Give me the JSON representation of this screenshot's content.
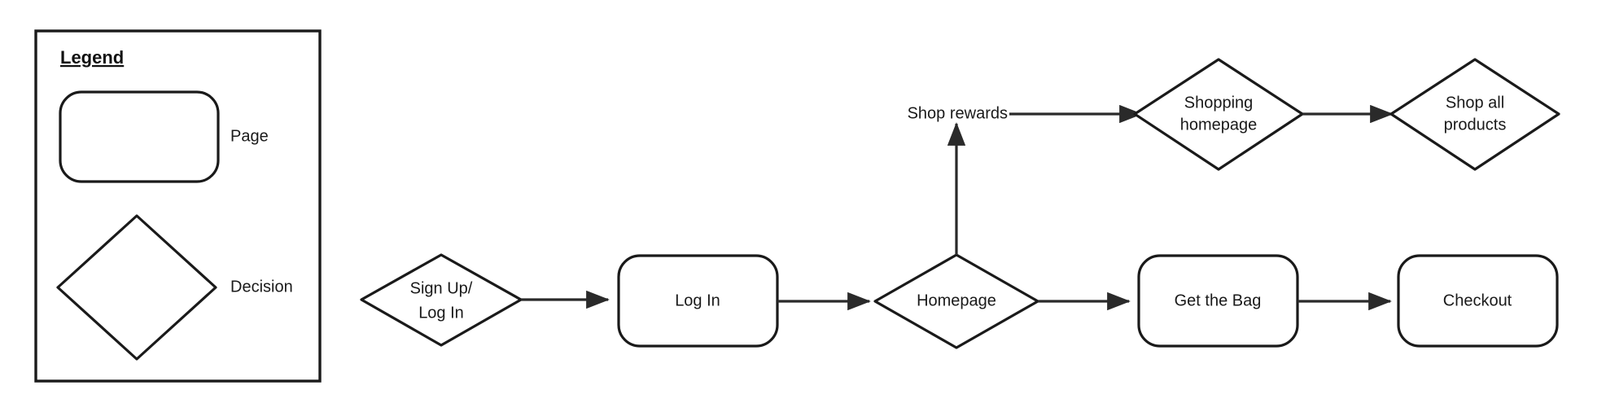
{
  "canvas": {
    "background": "#ffffff",
    "stroke_color": "#1a1a1a",
    "edge_color": "#2a2a2a"
  },
  "legend": {
    "title": "Legend",
    "items": [
      {
        "shape": "rounded-rectangle",
        "label": "Page"
      },
      {
        "shape": "diamond",
        "label": "Decision"
      }
    ]
  },
  "flow": {
    "nodes": [
      {
        "id": "sign-up-log-in",
        "type": "decision",
        "lines": [
          "Sign Up/",
          "Log In"
        ]
      },
      {
        "id": "log-in",
        "type": "page",
        "lines": [
          "Log In"
        ]
      },
      {
        "id": "homepage",
        "type": "decision",
        "lines": [
          "Homepage"
        ]
      },
      {
        "id": "shop-rewards",
        "type": "label",
        "lines": [
          "Shop rewards"
        ]
      },
      {
        "id": "shopping-homepage",
        "type": "decision",
        "lines": [
          "Shopping",
          "homepage"
        ]
      },
      {
        "id": "shop-all-products",
        "type": "decision",
        "lines": [
          "Shop all",
          "products"
        ]
      },
      {
        "id": "get-the-bag",
        "type": "page",
        "lines": [
          "Get the Bag"
        ]
      },
      {
        "id": "checkout",
        "type": "page",
        "lines": [
          "Checkout"
        ]
      }
    ],
    "edges": [
      {
        "from": "sign-up-log-in",
        "to": "log-in",
        "direction": "right"
      },
      {
        "from": "log-in",
        "to": "homepage",
        "direction": "right"
      },
      {
        "from": "homepage",
        "to": "shop-rewards",
        "direction": "up"
      },
      {
        "from": "shop-rewards",
        "to": "shopping-homepage",
        "direction": "right"
      },
      {
        "from": "shopping-homepage",
        "to": "shop-all-products",
        "direction": "right"
      },
      {
        "from": "homepage",
        "to": "get-the-bag",
        "direction": "right"
      },
      {
        "from": "get-the-bag",
        "to": "checkout",
        "direction": "right"
      }
    ]
  }
}
